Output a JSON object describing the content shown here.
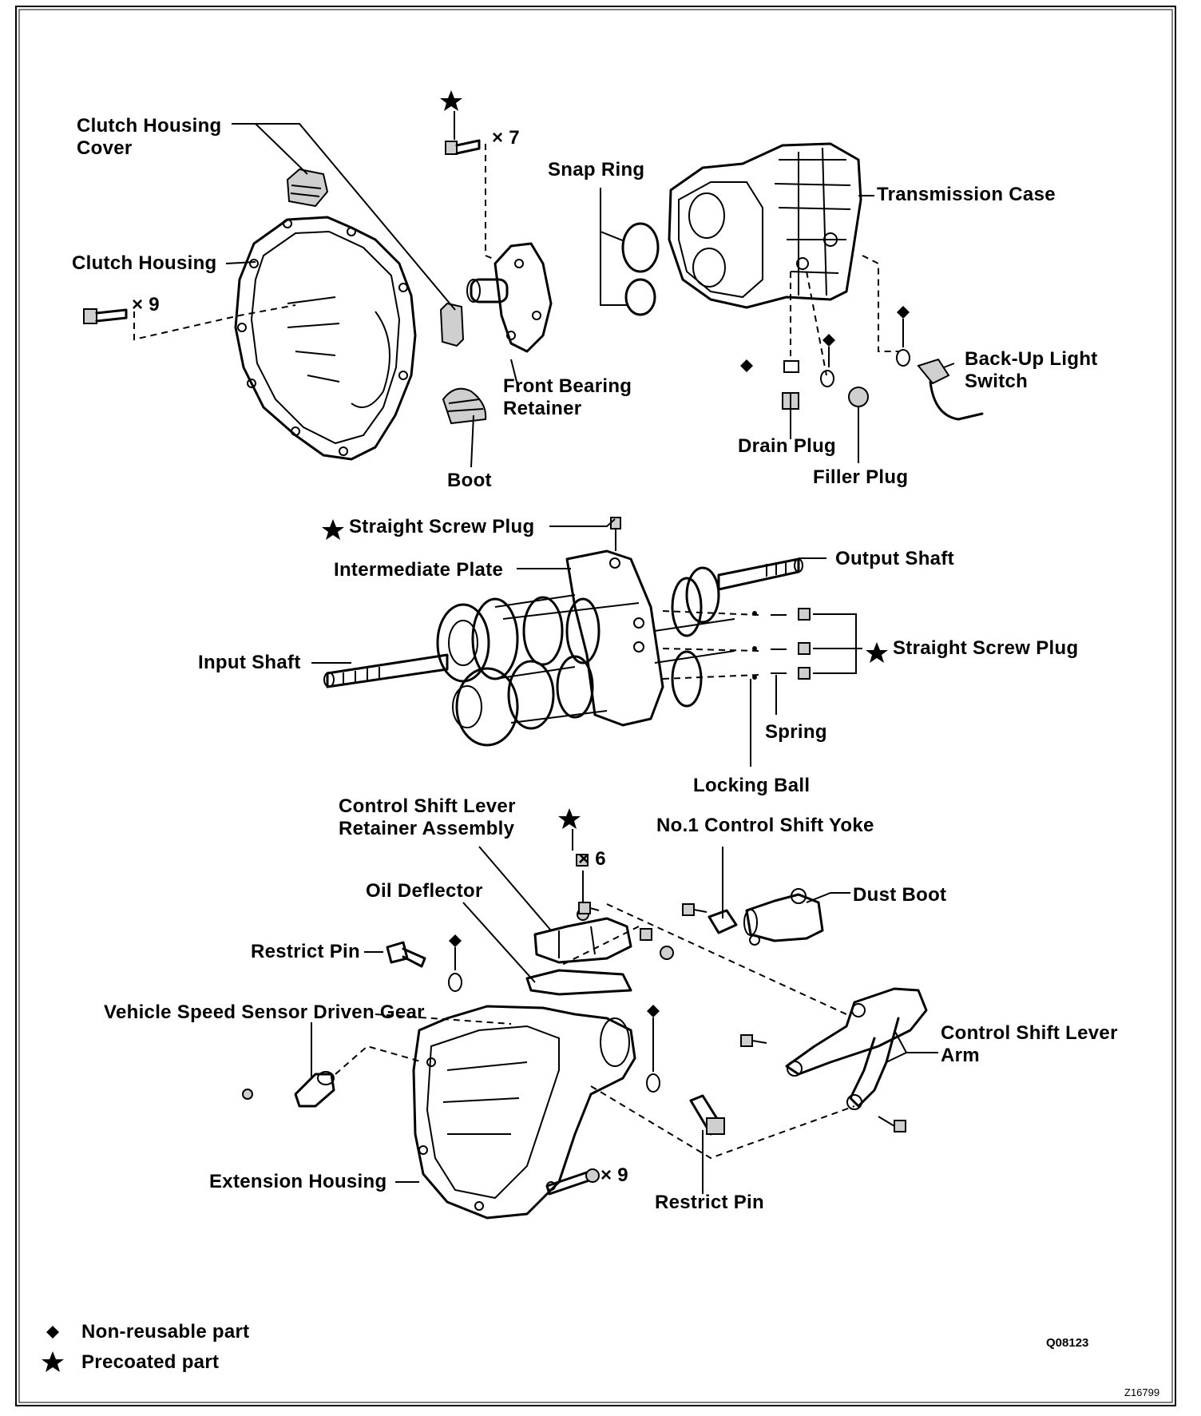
{
  "labels": {
    "clutch_housing_cover": "Clutch Housing\nCover",
    "clutch_housing": "Clutch Housing",
    "bolt_x9_top": "× 9",
    "bolt_x7": "× 7",
    "snap_ring": "Snap Ring",
    "transmission_case": "Transmission Case",
    "front_bearing_retainer": "Front Bearing\nRetainer",
    "boot": "Boot",
    "back_up_light_switch": "Back-Up Light\nSwitch",
    "drain_plug": "Drain Plug",
    "filler_plug": "Filler Plug",
    "straight_screw_plug_top": "Straight Screw Plug",
    "intermediate_plate": "Intermediate Plate",
    "output_shaft": "Output Shaft",
    "input_shaft": "Input Shaft",
    "straight_screw_plug_right": "Straight Screw Plug",
    "spring": "Spring",
    "locking_ball": "Locking Ball",
    "control_shift_lever_retainer": "Control Shift Lever\nRetainer Assembly",
    "no1_control_shift_yoke": "No.1 Control Shift Yoke",
    "bolt_x6": "× 6",
    "oil_deflector": "Oil Deflector",
    "dust_boot": "Dust Boot",
    "restrict_pin_left": "Restrict Pin",
    "vehicle_speed_sensor": "Vehicle Speed Sensor Driven Gear",
    "control_shift_lever_arm": "Control Shift Lever\nArm",
    "extension_housing": "Extension Housing",
    "bolt_x9_bottom": "× 9",
    "restrict_pin_bottom": "Restrict Pin"
  },
  "legend": {
    "non_reusable_symbol": "◆",
    "non_reusable": "Non-reusable part",
    "precoated_symbol": "★",
    "precoated": "Precoated part"
  },
  "codes": {
    "figure_code": "Q08123",
    "page_code": "Z16799"
  }
}
